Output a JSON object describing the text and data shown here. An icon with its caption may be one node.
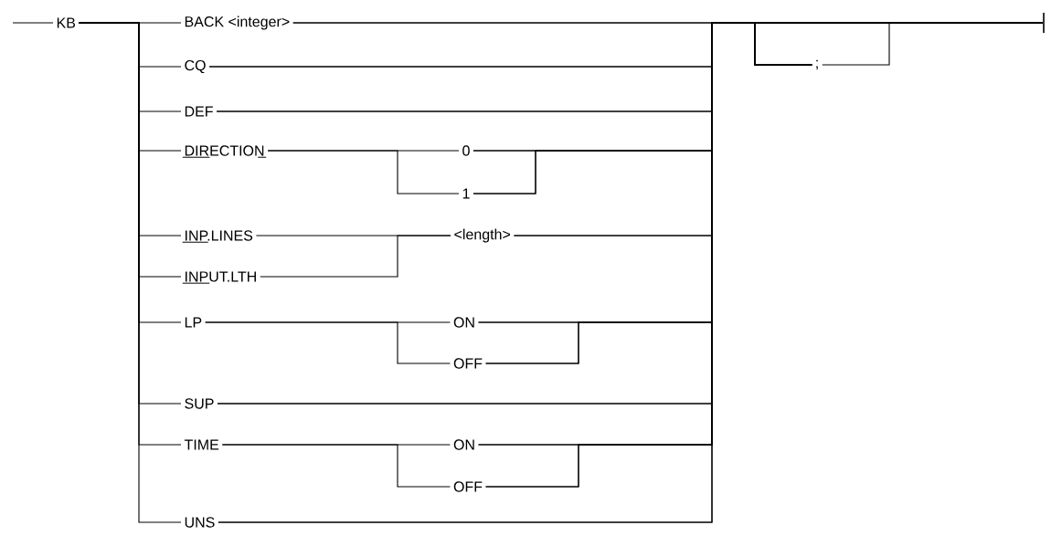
{
  "diagram": {
    "nodes": [
      {
        "text": [
          "KB"
        ]
      },
      {
        "text": [
          "BACK <integer>"
        ]
      },
      {
        "text": [
          "CQ"
        ]
      },
      {
        "text": [
          "DEF"
        ]
      },
      {
        "text": [
          "DIRECTION"
        ]
      },
      {
        "text": [
          "0"
        ]
      },
      {
        "text": [
          "1"
        ]
      },
      {
        "text": [
          "INP.LINES"
        ]
      },
      {
        "text": [
          "INPUT.LTH"
        ]
      },
      {
        "text": [
          "<length>"
        ]
      },
      {
        "text": [
          "LP"
        ]
      },
      {
        "text": [
          "ON"
        ]
      },
      {
        "text": [
          "OFF"
        ]
      },
      {
        "text": [
          "SUP"
        ]
      },
      {
        "text": [
          "TIME"
        ]
      },
      {
        "text": [
          "ON"
        ]
      },
      {
        "text": [
          "OFF"
        ]
      },
      {
        "text": [
          "UNS"
        ]
      },
      {
        "text": [
          ";"
        ]
      },
      {
        "text": [],
        "shape": "bar"
      }
    ],
    "edges": [
      {
        "from": null,
        "to": 0,
        "arrow": "none"
      },
      {
        "from": 0,
        "to": 1,
        "arrow": "none"
      },
      {
        "from": 0,
        "to": 2,
        "arrow": "none"
      },
      {
        "from": 0,
        "to": 3,
        "arrow": "none"
      },
      {
        "from": 0,
        "to": 4,
        "arrow": "none"
      },
      {
        "from": 0,
        "to": 7,
        "arrow": "none"
      },
      {
        "from": 0,
        "to": 8,
        "arrow": "none"
      },
      {
        "from": 0,
        "to": 10,
        "arrow": "none"
      },
      {
        "from": 0,
        "to": 13,
        "arrow": "none"
      },
      {
        "from": 0,
        "to": 14,
        "arrow": "none"
      },
      {
        "from": 0,
        "to": 17,
        "arrow": "none"
      },
      {
        "from": 4,
        "to": 5,
        "arrow": "none"
      },
      {
        "from": 4,
        "to": 6,
        "arrow": "none"
      },
      {
        "from": 7,
        "to": 9,
        "arrow": "none"
      },
      {
        "from": 8,
        "to": 9,
        "arrow": "none"
      },
      {
        "from": 10,
        "to": 11,
        "arrow": "none"
      },
      {
        "from": 10,
        "to": 12,
        "arrow": "none"
      },
      {
        "from": 14,
        "to": 15,
        "arrow": "none"
      },
      {
        "from": 14,
        "to": 16,
        "arrow": "none"
      },
      {
        "from": 1,
        "to": 19,
        "arrow": "none"
      },
      {
        "from": 2,
        "to": 19,
        "arrow": "none"
      },
      {
        "from": 3,
        "to": 19,
        "arrow": "none"
      },
      {
        "from": 5,
        "to": 19,
        "arrow": "none"
      },
      {
        "from": 6,
        "to": 19,
        "arrow": "none"
      },
      {
        "from": 9,
        "to": 19,
        "arrow": "none"
      },
      {
        "from": 11,
        "to": 19,
        "arrow": "none"
      },
      {
        "from": 12,
        "to": 19,
        "arrow": "none"
      },
      {
        "from": 13,
        "to": 19,
        "arrow": "none"
      },
      {
        "from": 15,
        "to": 19,
        "arrow": "none"
      },
      {
        "from": 16,
        "to": 19,
        "arrow": "none"
      },
      {
        "from": 17,
        "to": 19,
        "arrow": "none"
      },
      {
        "from": 1,
        "to": 18,
        "arrow": "none"
      },
      {
        "from": 2,
        "to": 18,
        "arrow": "none"
      },
      {
        "from": 3,
        "to": 18,
        "arrow": "none"
      },
      {
        "from": 5,
        "to": 18,
        "arrow": "none"
      },
      {
        "from": 6,
        "to": 18,
        "arrow": "none"
      },
      {
        "from": 9,
        "to": 18,
        "arrow": "none"
      },
      {
        "from": 11,
        "to": 18,
        "arrow": "none"
      },
      {
        "from": 12,
        "to": 18,
        "arrow": "none"
      },
      {
        "from": 13,
        "to": 18,
        "arrow": "none"
      },
      {
        "from": 15,
        "to": 18,
        "arrow": "none"
      },
      {
        "from": 16,
        "to": 18,
        "arrow": "none"
      },
      {
        "from": 17,
        "to": 18,
        "arrow": "none"
      },
      {
        "from": 18,
        "to": 19,
        "arrow": "none"
      }
    ]
  }
}
